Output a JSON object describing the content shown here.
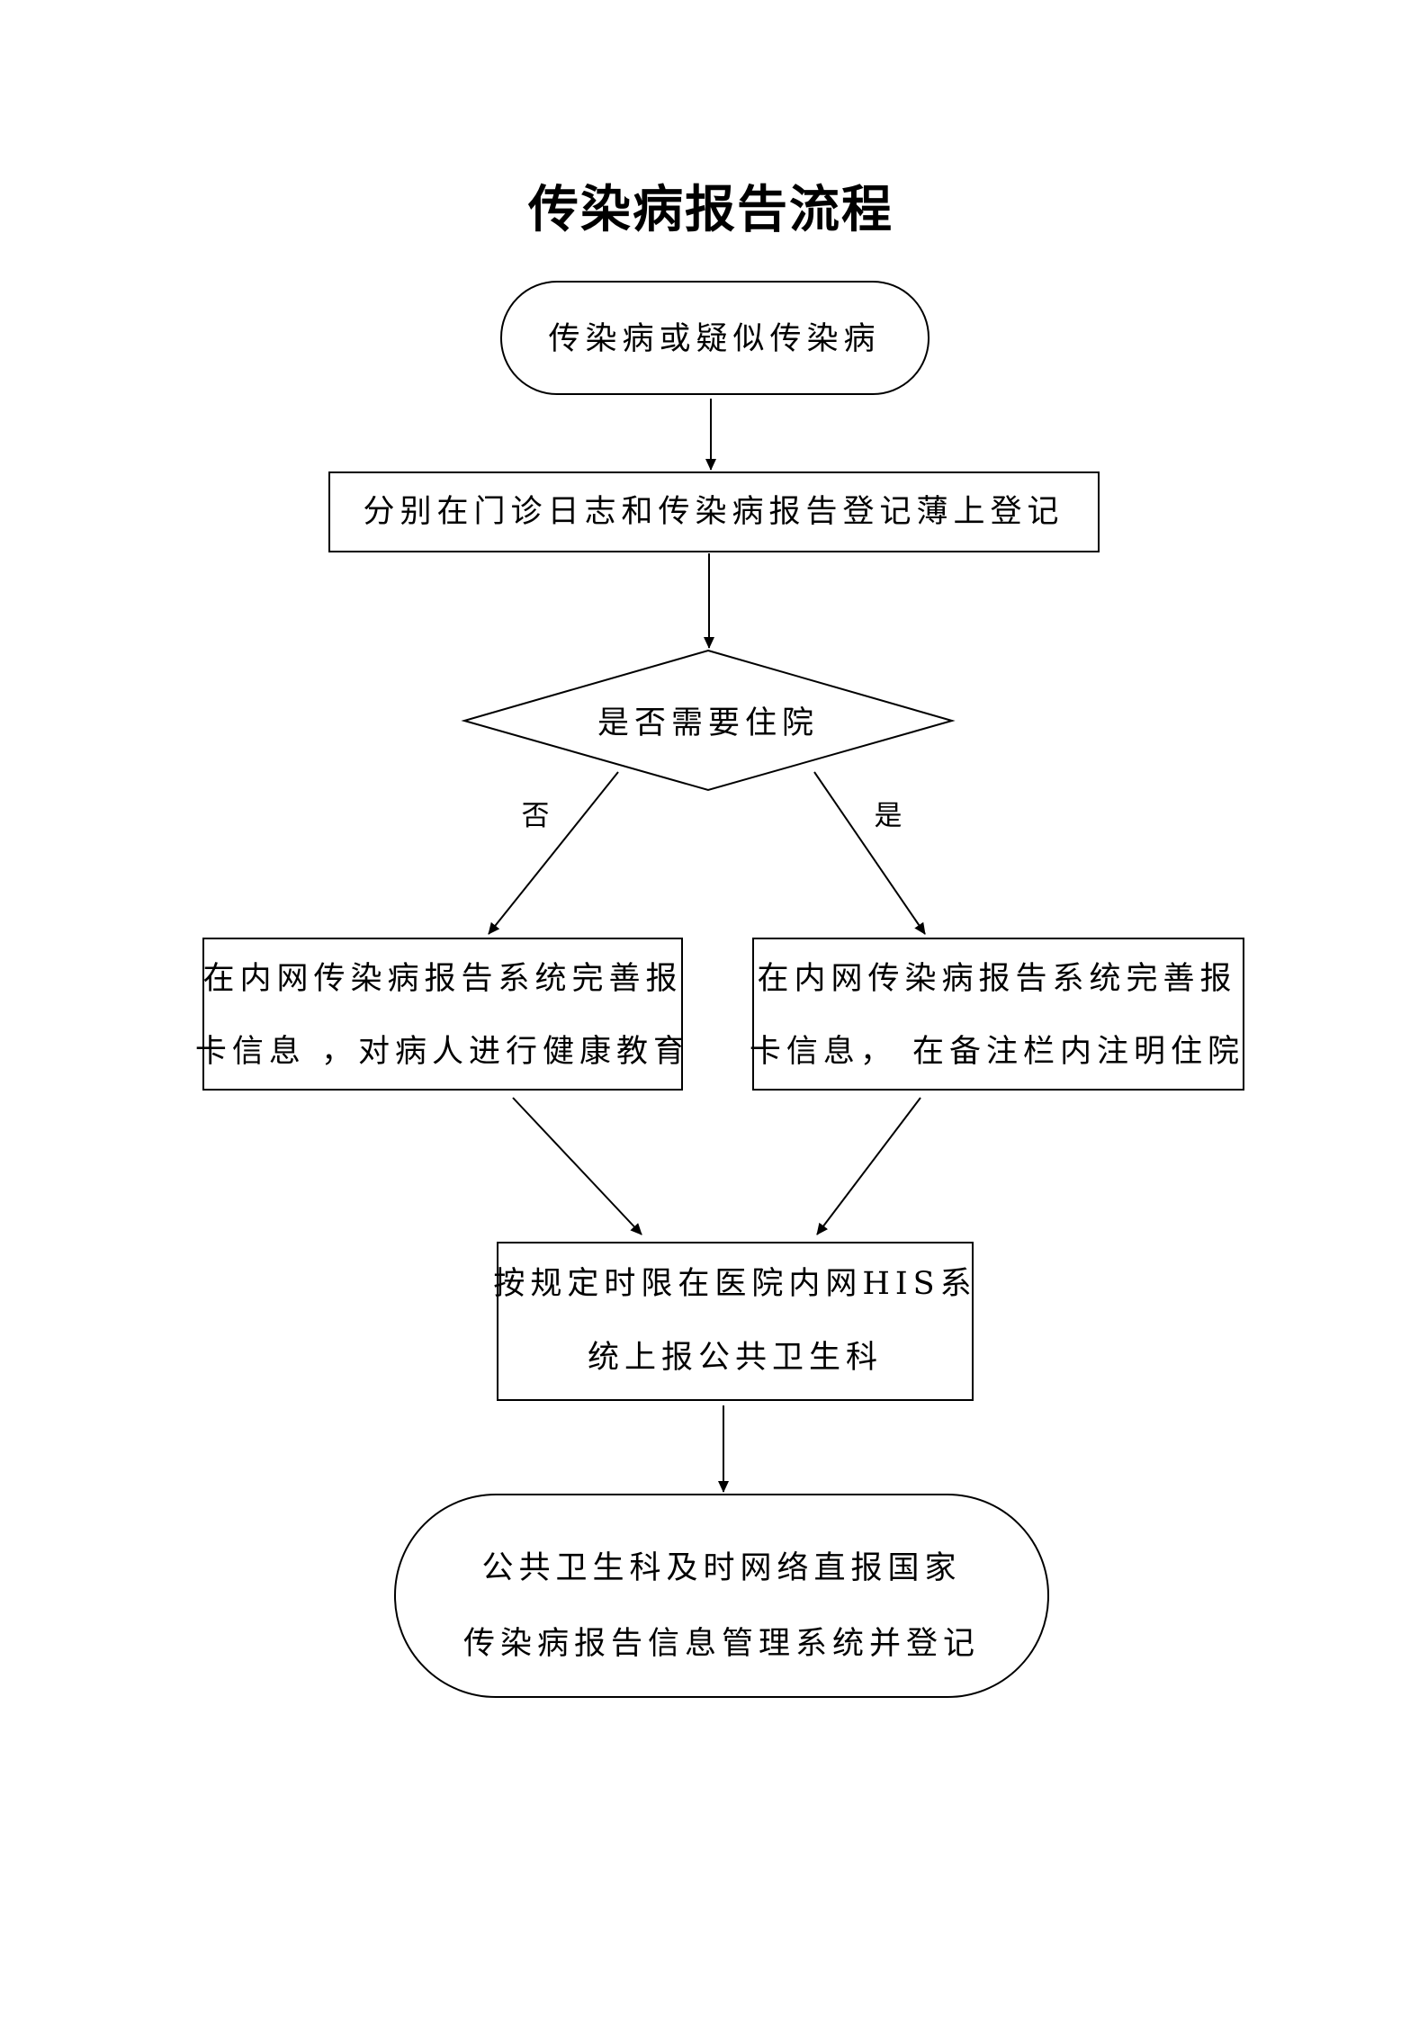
{
  "title": "传染病报告流程",
  "nodes": {
    "start": "传染病或疑似传染病",
    "register": "分别在门诊日志和传染病报告登记薄上登记",
    "decision": "是否需要住院",
    "left_box": {
      "line1": "在内网传染病报告系统完善报",
      "line2": "卡信息 ，对病人进行健康教育"
    },
    "right_box": {
      "line1": "在内网传染病报告系统完善报",
      "line2": "卡信息， 在备注栏内注明住院"
    },
    "his_box": {
      "line1": "按规定时限在医院内网HIS系",
      "line2": "统上报公共卫生科"
    },
    "end": {
      "line1": "公共卫生科及时网络直报国家",
      "line2": "传染病报告信息管理系统并登记"
    }
  },
  "edge_labels": {
    "no": "否",
    "yes": "是"
  },
  "colors": {
    "line": "#000000",
    "background": "#ffffff"
  }
}
